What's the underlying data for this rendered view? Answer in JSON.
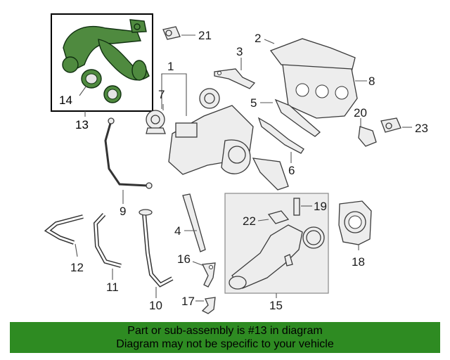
{
  "callouts": {
    "c1": "1",
    "c2": "2",
    "c3": "3",
    "c4": "4",
    "c5": "5",
    "c6": "6",
    "c7": "7",
    "c8": "8",
    "c9": "9",
    "c10": "10",
    "c11": "11",
    "c12": "12",
    "c13": "13",
    "c14": "14",
    "c15": "15",
    "c16": "16",
    "c17": "17",
    "c18": "18",
    "c19": "19",
    "c20": "20",
    "c21": "21",
    "c22": "22",
    "c23": "23"
  },
  "colors": {
    "highlight": "#4f8a3f",
    "banner": "#2e8b22"
  },
  "banner": {
    "line1": "Part or sub-assembly is #13 in diagram",
    "line2": "Diagram may not be specific to your vehicle"
  }
}
